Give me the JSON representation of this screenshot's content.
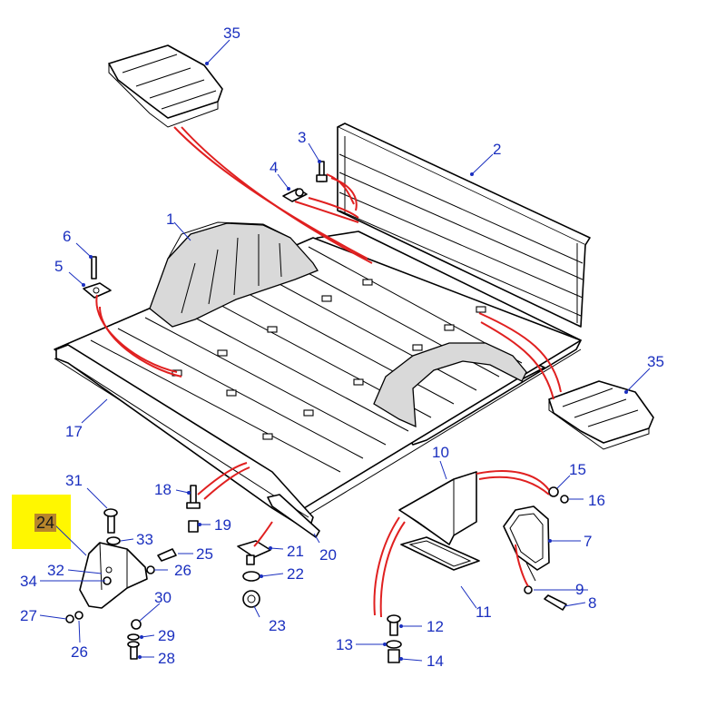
{
  "highlighted_part": "24",
  "colors": {
    "callout": "#1a2fbf",
    "relation_lines": "#e02020",
    "highlight": "#fff700",
    "highlight_label_bg": "#b8862b"
  },
  "callouts": {
    "c35a": "35",
    "c3": "3",
    "c2": "2",
    "c4": "4",
    "c1": "1",
    "c6": "6",
    "c5": "5",
    "c35b": "35",
    "c17": "17",
    "c10": "10",
    "c31": "31",
    "c18": "18",
    "c15": "15",
    "c16": "16",
    "c19": "19",
    "c33": "33",
    "c25": "25",
    "c21": "21",
    "c20": "20",
    "c7": "7",
    "c32": "32",
    "c26a": "26",
    "c22": "22",
    "c34": "34",
    "c30": "30",
    "c11": "11",
    "c9": "9",
    "c27": "27",
    "c8": "8",
    "c23": "23",
    "c12": "12",
    "c29": "29",
    "c26b": "26",
    "c13": "13",
    "c28": "28",
    "c14": "14"
  }
}
